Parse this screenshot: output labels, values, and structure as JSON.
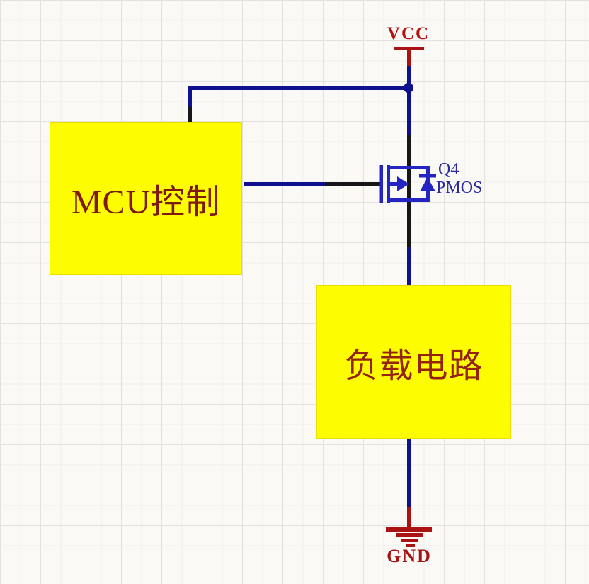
{
  "diagram": {
    "power_rail": {
      "vcc_label": "VCC",
      "gnd_label": "GND"
    },
    "blocks": {
      "mcu": {
        "label": "MCU控制"
      },
      "load": {
        "label": "负载电路"
      }
    },
    "transistor": {
      "designator": "Q4",
      "type": "PMOS"
    },
    "colors": {
      "background": "#faf9f6",
      "grid_minor": "#f0eeea",
      "grid_major": "#e3e1dd",
      "wire_blue": "#10108e",
      "component_blue": "#2424c2",
      "label_blue": "#2b2b9e",
      "power_red": "#ab1212",
      "pin_black": "#161616",
      "box_fill_yellow": "#fdfc00",
      "mcu_text_maroon": "#7e1b0e",
      "load_text_red": "#94230f"
    }
  }
}
